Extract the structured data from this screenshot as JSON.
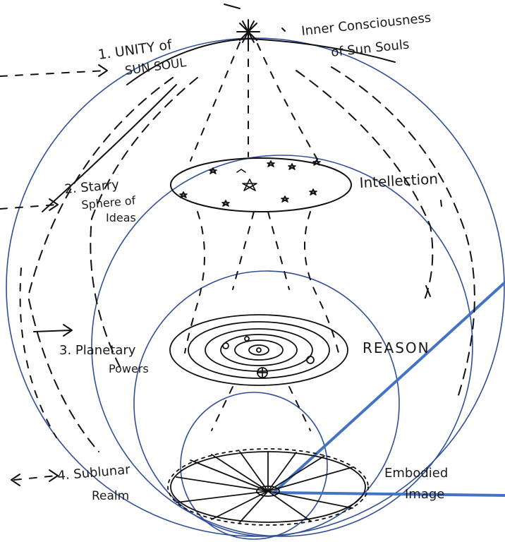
{
  "labels": {
    "unity_line1": "1. UNITY of",
    "unity_line2": "SUN SOUL",
    "inner_line1": "Inner Consciousness",
    "inner_line2": "of Sun Souls",
    "starry_line1": "2. Starry",
    "starry_line2": "Sphere of",
    "starry_line3": "Ideas",
    "intellection": "Intellection",
    "planetary_line1": "3. Planetary",
    "planetary_line2": "Powers",
    "reason": "REASON",
    "sublunar_line1": "4. Sublunar",
    "sublunar_line2": "Realm",
    "embodied_line1": "Embodied",
    "embodied_line2": "Image"
  },
  "colors": {
    "ink": "#111111",
    "circle_stroke": "#2f4f9a",
    "wedge_stroke": "#4472c4"
  }
}
